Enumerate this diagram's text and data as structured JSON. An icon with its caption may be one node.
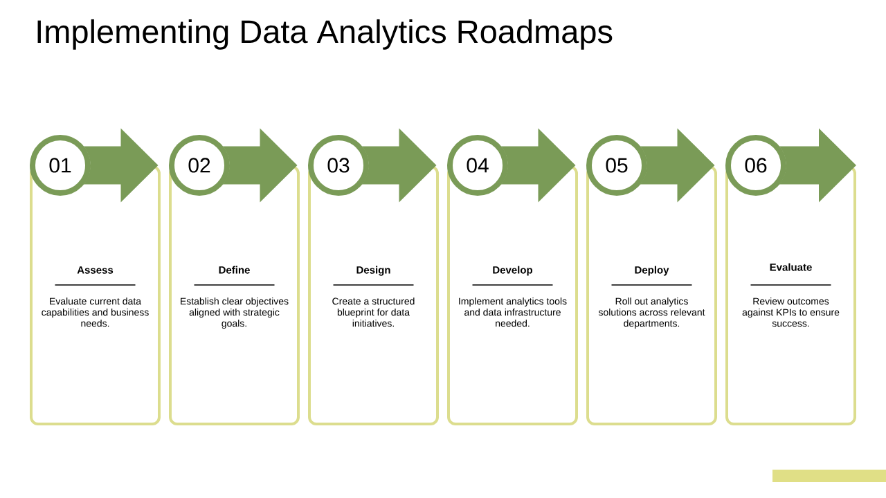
{
  "diagram": {
    "title": "Implementing Data Analytics Roadmaps",
    "nodes": [
      {
        "text": [
          "01"
        ]
      },
      {
        "text": [
          "Assess",
          "Evaluate current data capabilities and business needs."
        ]
      },
      {
        "text": [
          "02"
        ]
      },
      {
        "text": [
          "Define",
          "Establish clear objectives aligned with strategic goals."
        ]
      },
      {
        "text": [
          "03"
        ]
      },
      {
        "text": [
          "Design",
          "Create a structured blueprint for data initiatives."
        ]
      },
      {
        "text": [
          "04"
        ]
      },
      {
        "text": [
          "Develop",
          "Implement analytics tools and data infrastructure needed."
        ]
      },
      {
        "text": [
          "05"
        ]
      },
      {
        "text": [
          "Deploy",
          "Roll out analytics solutions across relevant departments."
        ]
      },
      {
        "text": [
          "06"
        ]
      },
      {
        "text": [
          "Evaluate",
          "Review outcomes against KPIs to ensure success."
        ]
      }
    ],
    "edges": [
      {
        "from": 0,
        "to": 2,
        "arrow": "to"
      },
      {
        "from": 2,
        "to": 4,
        "arrow": "to"
      },
      {
        "from": 4,
        "to": 6,
        "arrow": "to"
      },
      {
        "from": 6,
        "to": 8,
        "arrow": "to"
      },
      {
        "from": 8,
        "to": 10,
        "arrow": "to"
      },
      {
        "from": 10,
        "to": null,
        "arrow": "to"
      }
    ]
  }
}
